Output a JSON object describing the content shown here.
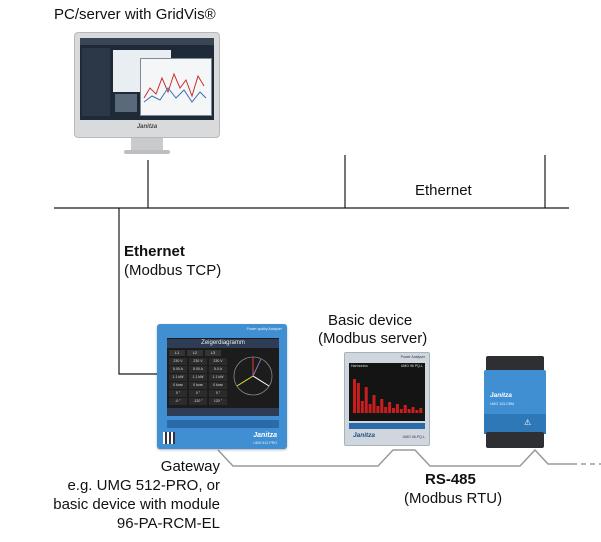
{
  "header_label": "PC/server with GridVis®",
  "ethernet_top_label": "Ethernet",
  "ethernet_link": {
    "title": "Ethernet",
    "subtitle": "(Modbus TCP)"
  },
  "basic_device": {
    "line1": "Basic device",
    "line2": "(Modbus server)"
  },
  "gateway": {
    "line1": "Gateway",
    "line2": "e.g. UMG 512-PRO, or",
    "line3": "basic device with module",
    "line4": "96-PA-RCM-EL"
  },
  "rs485": {
    "title": "RS-485",
    "subtitle": "(Modbus RTU)"
  },
  "monitor_brand": "Janitza",
  "gateway_screen": {
    "brand_top": "Power quality Analyser",
    "title": "Zeigerdiagramm",
    "tabs": [
      "L1",
      "L2",
      "L3"
    ],
    "rows": [
      [
        "230 V",
        "230 V",
        "230 V"
      ],
      [
        "5.00 A",
        "5.00 A",
        "5.0 A"
      ],
      [
        "1.1 kW",
        "1.1 kW",
        "1.1 kW"
      ],
      [
        "0 kvar",
        "0 kvar",
        "0 kvar"
      ],
      [
        "0 °",
        "0 °",
        "0 °"
      ],
      [
        "-0 °",
        "-120 °",
        "120 °"
      ]
    ],
    "brand_bottom": "Janitza",
    "model": "UMG 512-PRO"
  },
  "basic_screen": {
    "brand_top": "Power Analyser",
    "header_left": "Harmonics",
    "header_right": "UMG 96 PQ-L",
    "brand_bottom": "Janitza",
    "model": "UMG 96-PQ-L"
  },
  "rail_device": {
    "brand": "Janitza",
    "model": "UMG 103-CBM"
  },
  "colors": {
    "line": "#1a1a1a",
    "bus": "#9a9a9a",
    "device_blue": "#3f8fd2",
    "chart_red": "#c81e1e"
  }
}
